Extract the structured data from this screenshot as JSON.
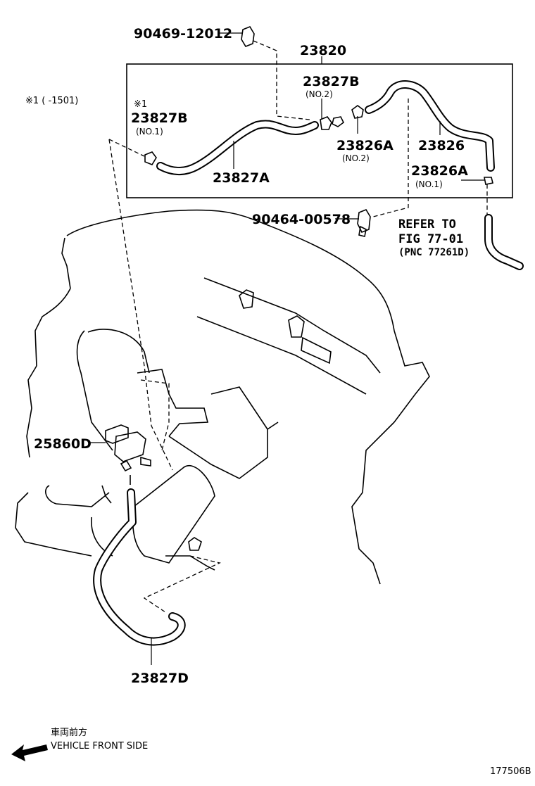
{
  "part_labels": {
    "p90469": "90469-12012",
    "p23820": "23820",
    "p23827B_top": "23827B",
    "p23827B_top_no": "(NO.2)",
    "p23827B_left": "23827B",
    "p23827B_left_no": "(NO.1)",
    "p23826A_mid": "23826A",
    "p23826A_mid_no": "(NO.2)",
    "p23826": "23826",
    "p23826A_right": "23826A",
    "p23826A_right_no": "(NO.1)",
    "p23827A": "23827A",
    "p90464": "90464-00578",
    "p25860D": "25860D",
    "p23827D": "23827D"
  },
  "notes": {
    "footnote": "※1 (    -1501)",
    "footnote_mark": "※1"
  },
  "reference": {
    "line1": "REFER TO",
    "line2": "FIG 77-01",
    "line3": "(PNC 77261D)"
  },
  "direction": {
    "japanese": "車両前方",
    "english": "VEHICLE FRONT SIDE",
    "icon": "arrow-left-icon"
  },
  "drawing_id": "177506B"
}
